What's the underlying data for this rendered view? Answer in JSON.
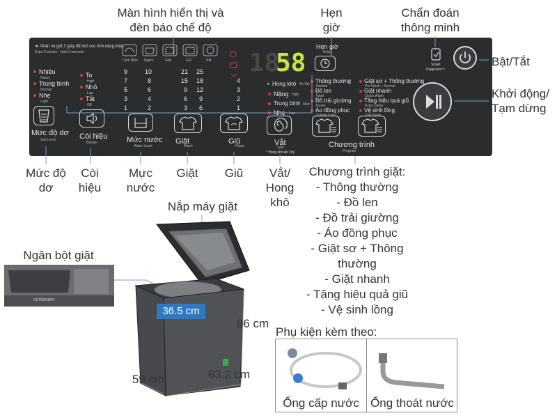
{
  "callouts": {
    "display": "Màn hình hiển thị và\nđèn báo chế độ",
    "timer": "Hẹn\ngiờ",
    "smart_diagnosis": "Chẩn đoán\nthông minh",
    "power": "Bật/Tắt",
    "start_pause": "Khởi động/\nTạm dừng",
    "soil_level": "Mức độ\ndơ",
    "beep": "Còi\nhiệu",
    "water_level": "Mực\nnước",
    "wash": "Giặt",
    "rinse": "Giũ",
    "spin": "Vắt/\nHong\nkhô",
    "lid": "Nắp máy giặt",
    "detergent_drawer": "Ngăn bột giặt",
    "accessories_title": "Phụ kiện kèm theo:",
    "inlet_hose": "Ống cấp nước",
    "drain_hose": "Ống thoát nước"
  },
  "programs": {
    "title": "Chương trình giặt:",
    "items": [
      "- Thông thường",
      "- Đồ len",
      "- Đồ trải giường",
      "- Áo đồng phục",
      "- Giặt sơ + Thông thường",
      "- Giặt nhanh",
      "- Tăng hiệu quả giũ",
      "- Vệ sinh lồng"
    ]
  },
  "dimensions": {
    "drum_diameter": "36.5 cm",
    "height": "96 cm",
    "width": "59 cm",
    "depth": "63.2 cm"
  },
  "panel": {
    "note_line1": "★ Nhấn và giữ 3 giây để mở các tính năng khác",
    "note_line2": "Extra Function : Hold 3 seconds",
    "icon_labels": [
      "Cảm Biến",
      "Ngâm",
      "Giặt",
      "Giũ",
      "Vắt"
    ],
    "soil_levels": [
      {
        "vi": "Nhiều",
        "en": "Heavy"
      },
      {
        "vi": "Trung bình",
        "en": "Normal"
      },
      {
        "vi": "Nhẹ",
        "en": "Light"
      }
    ],
    "beep_levels": [
      {
        "vi": "To",
        "en": "High"
      },
      {
        "vi": "Nhỏ",
        "en": "Low"
      },
      {
        "vi": "Tắt",
        "en": "Off"
      }
    ],
    "water_col": [
      "9",
      "7",
      "5",
      "3",
      "1"
    ],
    "wash_col": [
      "10",
      "8",
      "6",
      "4",
      "2"
    ],
    "rinse_col_a": [
      "21",
      "15",
      "9",
      "6",
      "3"
    ],
    "rinse_col_b": [
      "25",
      "18",
      "12",
      "9",
      "6"
    ],
    "spin_col": [
      "4",
      "3",
      "2",
      "1"
    ],
    "display_digits": "58",
    "display_dim": "18:",
    "spin_levels": [
      {
        "vi": "Hong khô",
        "en": "Air Dry"
      },
      {
        "vi": "Nặng",
        "en": "High"
      },
      {
        "vi": "Trung bình",
        "en": "Med"
      },
      {
        "vi": "Nhẹ",
        "en": "Low"
      }
    ],
    "delay_label": "Hẹn giờ",
    "delay_en": "Delay",
    "programs_left": [
      {
        "vi": "Thông thường",
        "en": "Normal"
      },
      {
        "vi": "Đồ len",
        "en": "Wool"
      },
      {
        "vi": "Đồ trải giường",
        "en": "Duvet"
      },
      {
        "vi": "Áo đồng phục",
        "en": "School Care"
      }
    ],
    "programs_right": [
      {
        "vi": "Giặt sơ + Thông thường",
        "en": "Pre Wash + Normal"
      },
      {
        "vi": "Giặt nhanh",
        "en": "Quick Wash"
      },
      {
        "vi": "Tăng hiệu quả giũ",
        "en": "Extra Clean"
      },
      {
        "vi": "Vệ sinh lồng",
        "en": "Tub Clean"
      }
    ],
    "btn_soil": {
      "vi": "Mức độ dơ",
      "en": "Soil Level"
    },
    "btn_beep": {
      "vi": "Còi hiệu",
      "en": "Beeper"
    },
    "btn_water": {
      "vi": "Mức nước",
      "en": "Water Level"
    },
    "btn_wash": {
      "vi": "Giặt",
      "en": "Wash"
    },
    "btn_rinse": {
      "vi": "Giũ",
      "en": "Rinse"
    },
    "btn_spin": {
      "vi": "Vắt",
      "en": "Spin"
    },
    "spin_note": "* Hong khô Air Dry",
    "btn_program": {
      "vi": "Chương trình",
      "en": "Program"
    },
    "smart_label": "Smart",
    "diagnosis_label": "Diagnosis™",
    "drawer_label": "DETERGENT"
  },
  "colors": {
    "panel_bg": "#2b2c2e",
    "display_green": "#c6e83a",
    "led_red": "#d83a3a",
    "callout_line": "#7aa0c8",
    "dim_highlight": "#2f78c4",
    "machine_body": "#505255"
  }
}
